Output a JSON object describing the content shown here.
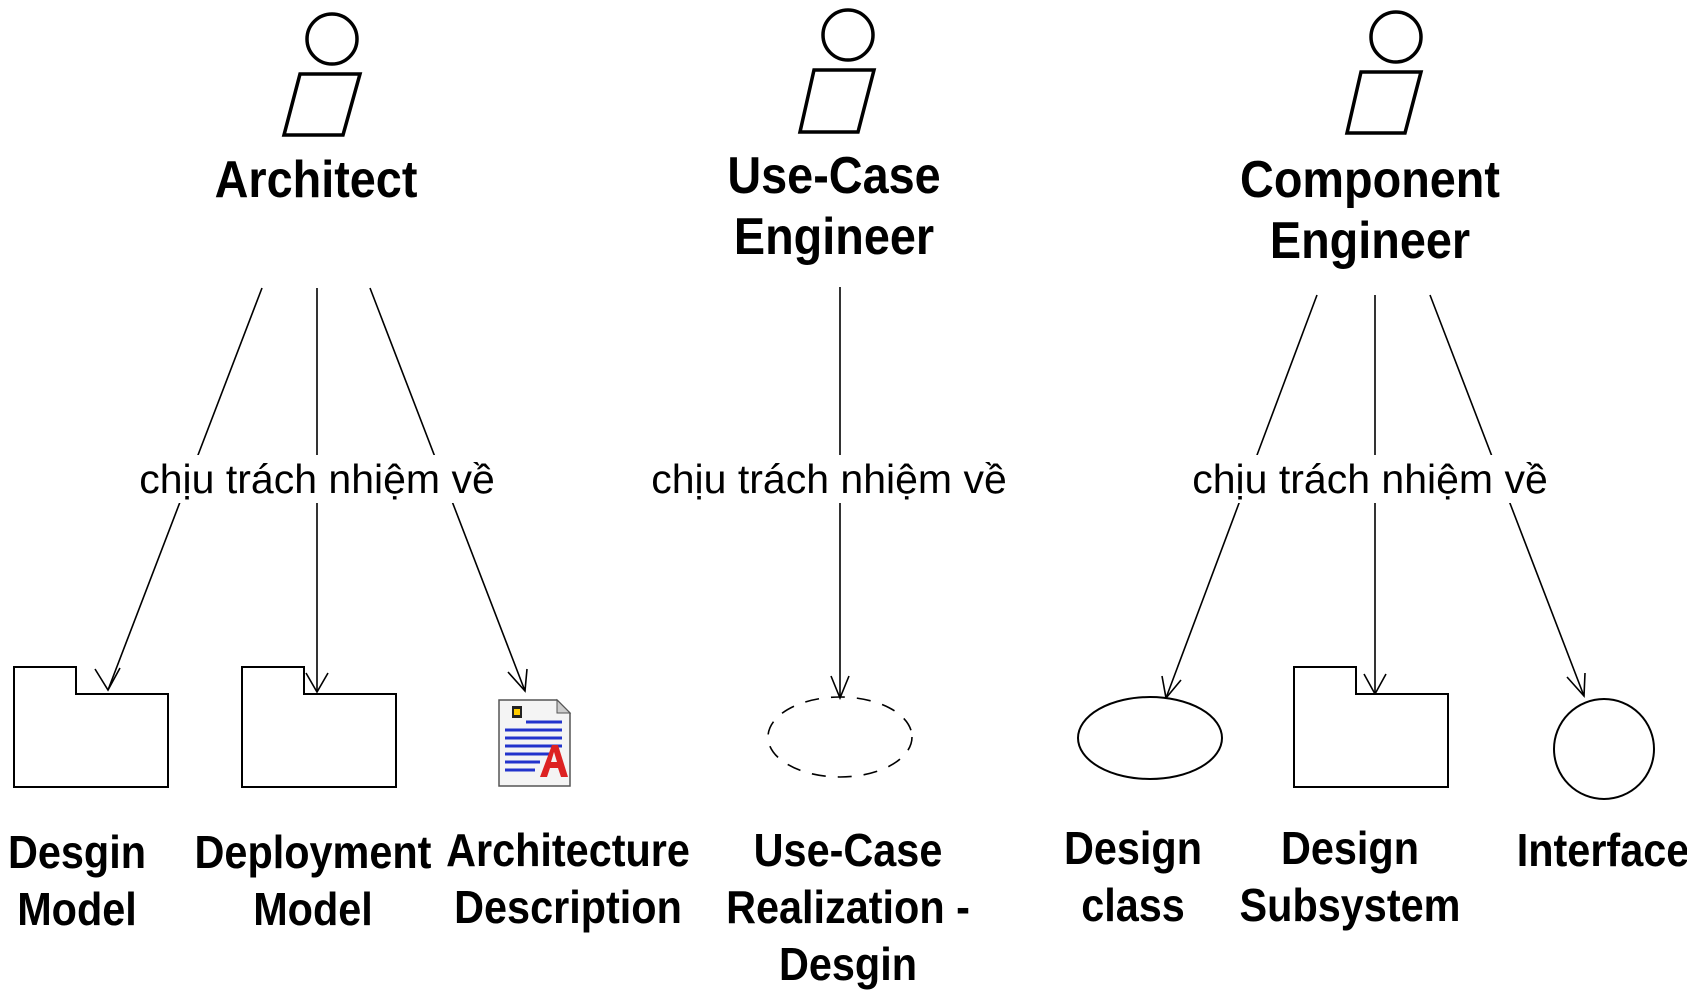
{
  "diagram": {
    "workers": [
      {
        "id": "architect",
        "label": [
          "Architect"
        ]
      },
      {
        "id": "use-case-engineer",
        "label": [
          "Use-Case",
          "Engineer"
        ]
      },
      {
        "id": "component-engineer",
        "label": [
          "Component",
          "Engineer"
        ]
      }
    ],
    "relation_label": "chịu trách nhiệm về",
    "artifacts": [
      {
        "id": "design-model",
        "kind": "package",
        "label": [
          "Desgin",
          "Model"
        ]
      },
      {
        "id": "deployment-model",
        "kind": "package",
        "label": [
          "Deployment",
          "Model"
        ]
      },
      {
        "id": "architecture-description",
        "kind": "document",
        "label": [
          "Architecture",
          "Description"
        ]
      },
      {
        "id": "use-case-realization",
        "kind": "collaboration",
        "label": [
          "Use-Case",
          "Realization -",
          "Desgin"
        ]
      },
      {
        "id": "design-class",
        "kind": "class",
        "label": [
          "Design",
          "class"
        ]
      },
      {
        "id": "design-subsystem",
        "kind": "package",
        "label": [
          "Design",
          "Subsystem"
        ]
      },
      {
        "id": "interface",
        "kind": "interface",
        "label": [
          "Interface"
        ]
      }
    ],
    "colors": {
      "line": "#000000",
      "background": "#ffffff",
      "doc_blue": "#2233cc",
      "doc_red": "#dd2222"
    }
  }
}
